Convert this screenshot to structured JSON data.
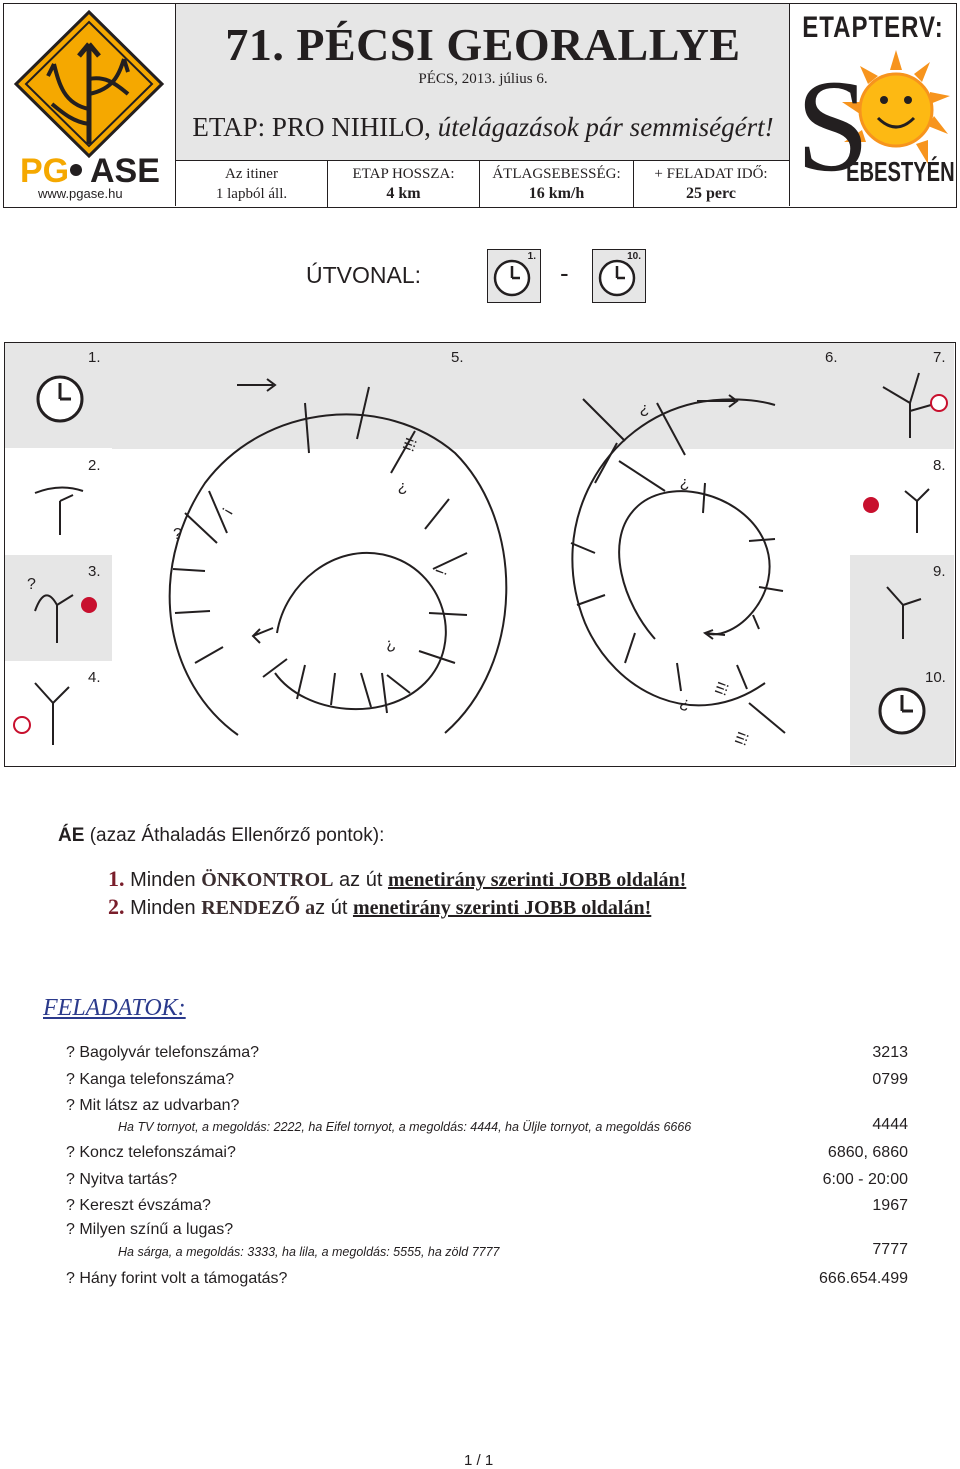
{
  "header": {
    "title": "71. PÉCSI GEORALLYE",
    "date": "PÉCS, 2013. július 6.",
    "etap_prefix": "ETAP: PRO NIHILO,",
    "etap_italic": "útelágazások pár semmiségért!",
    "logo_text_pg": "PG",
    "logo_text_ase": "ASE",
    "logo_url": "www.pgase.hu",
    "stats": [
      {
        "label": "Az itiner",
        "value": "1 lapból áll."
      },
      {
        "label": "ETAP HOSSZA:",
        "value": "4 km"
      },
      {
        "label": "ÁTLAGSEBESSÉG:",
        "value": "16 km/h"
      },
      {
        "label": "+ FELADAT IDŐ:",
        "value": "25 perc"
      }
    ],
    "etapterv": "ETAPTERV:",
    "sebestyen_initial": "S",
    "sebestyen_rest": "EBESTYÉN"
  },
  "route": {
    "label": "ÚTVONAL:",
    "start_num": "1.",
    "end_num": "10.",
    "separator": "-"
  },
  "map": {
    "numbers": [
      "1.",
      "2.",
      "3.",
      "4.",
      "5.",
      "6.",
      "7.",
      "8.",
      "9.",
      "10."
    ],
    "marks": [
      "?",
      "?",
      "?",
      "?",
      "?",
      "!",
      "!",
      "!!!",
      "!!!",
      "!!!",
      "?",
      "?"
    ]
  },
  "ae": {
    "heading_bold": "ÁE",
    "heading_rest": "(azaz Áthaladás Ellenőrző pontok):",
    "rules": [
      {
        "num": "1.",
        "pre": "Minden",
        "bold": "ÖNKONTROL",
        "mid": "az út",
        "underline": "menetirány szerinti JOBB oldalán!"
      },
      {
        "num": "2.",
        "pre": "Minden",
        "bold": "RENDEZŐ a",
        "mid": "z út",
        "underline": "menetirány szerinti JOBB oldalán!"
      }
    ]
  },
  "feladatok": {
    "heading": "FELADATOK:",
    "items": [
      {
        "q": "?  Bagolyvár telefonszáma?",
        "a": "3213"
      },
      {
        "q": "?  Kanga telefonszáma?",
        "a": "0799"
      },
      {
        "q": "?  Mit látsz az udvarban?",
        "a": ""
      },
      {
        "sub": "Ha TV tornyot, a megoldás: 2222, ha Eifel tornyot, a megoldás: 4444, ha Üljle tornyot, a megoldás 6666",
        "a": "4444"
      },
      {
        "q": "?  Koncz telefonszámai?",
        "a": "6860, 6860"
      },
      {
        "q": "?  Nyitva tartás?",
        "a": "6:00 - 20:00"
      },
      {
        "q": "?  Kereszt évszáma?",
        "a": "1967"
      },
      {
        "q": "?  Milyen színű a lugas?",
        "a": ""
      },
      {
        "sub": "Ha sárga, a megoldás: 3333, ha lila, a megoldás: 5555, ha zöld 7777",
        "a": "7777"
      },
      {
        "q": "?  Hány forint volt a támogatás?",
        "a": "666.654.499"
      }
    ]
  },
  "footer": {
    "page": "1 / 1"
  }
}
